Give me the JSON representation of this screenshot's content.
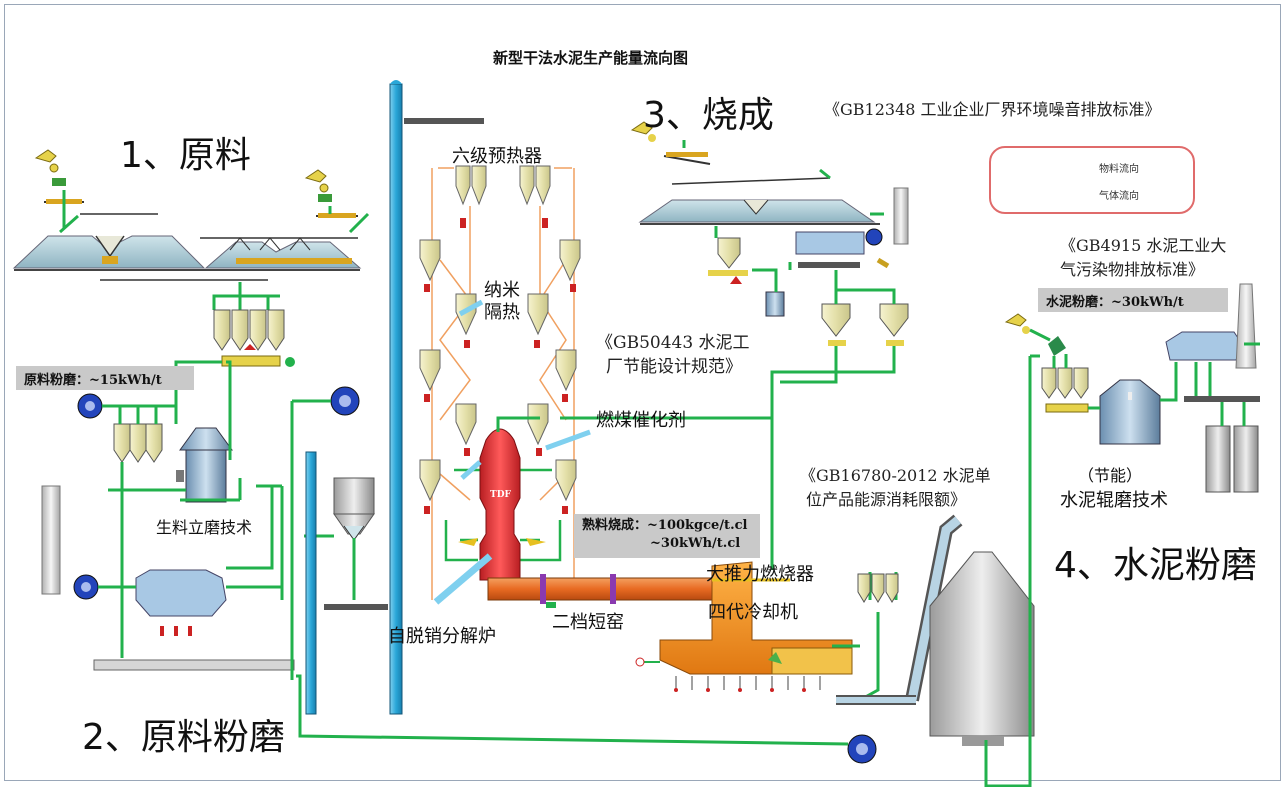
{
  "title": "新型干法水泥生产能量流向图",
  "sections": {
    "raw_material": "1、原料",
    "raw_grinding": "2、原料粉磨",
    "clinker": "3、烧成",
    "cement_grinding": "4、水泥粉磨"
  },
  "standards": {
    "gb12348": "《GB12348 工业企业厂界环境噪音排放标准》",
    "gb4915_line1": "《GB4915 水泥工业大",
    "gb4915_line2": "气污染物排放标准》",
    "gb50443_line1": "《GB50443 水泥工",
    "gb50443_line2": "厂节能设计规范》",
    "gb16780_line1": "《GB16780-2012 水泥单",
    "gb16780_line2": "位产品能源消耗限额》"
  },
  "legend": {
    "material_flow": "物料流向",
    "gas_flow": "气体流向"
  },
  "equipment_labels": {
    "preheater": "六级预热器",
    "nano_line1": "纳米",
    "nano_line2": "隔热",
    "catalyst": "燃煤催化剂",
    "raw_mill": "生料立磨技术",
    "calciner": "自脱销分解炉",
    "kiln": "二档短窑",
    "burner": "大推力燃烧器",
    "cooler": "四代冷却机",
    "cement_mill_line1": "（节能）",
    "cement_mill_line2": "水泥辊磨技术",
    "tdf": "TDF"
  },
  "energy_boxes": {
    "raw_grinding_energy": "原料粉磨：~15kWh/t",
    "clinker_energy_line1": "熟料烧成：~100kgce/t.cl",
    "clinker_energy_line2": "~30kWh/t.cl",
    "cement_grinding_energy": "水泥粉磨：~30kWh/t"
  },
  "colors": {
    "material_flow": "#22b14c",
    "gas_flow": "#f0a060",
    "riser": "#2aa7d8",
    "kiln": "#e8702a",
    "calciner": "#e8373a",
    "fan": "#2244bb",
    "equipment": "#e6e6c8",
    "silo": "#d8d8d8"
  }
}
